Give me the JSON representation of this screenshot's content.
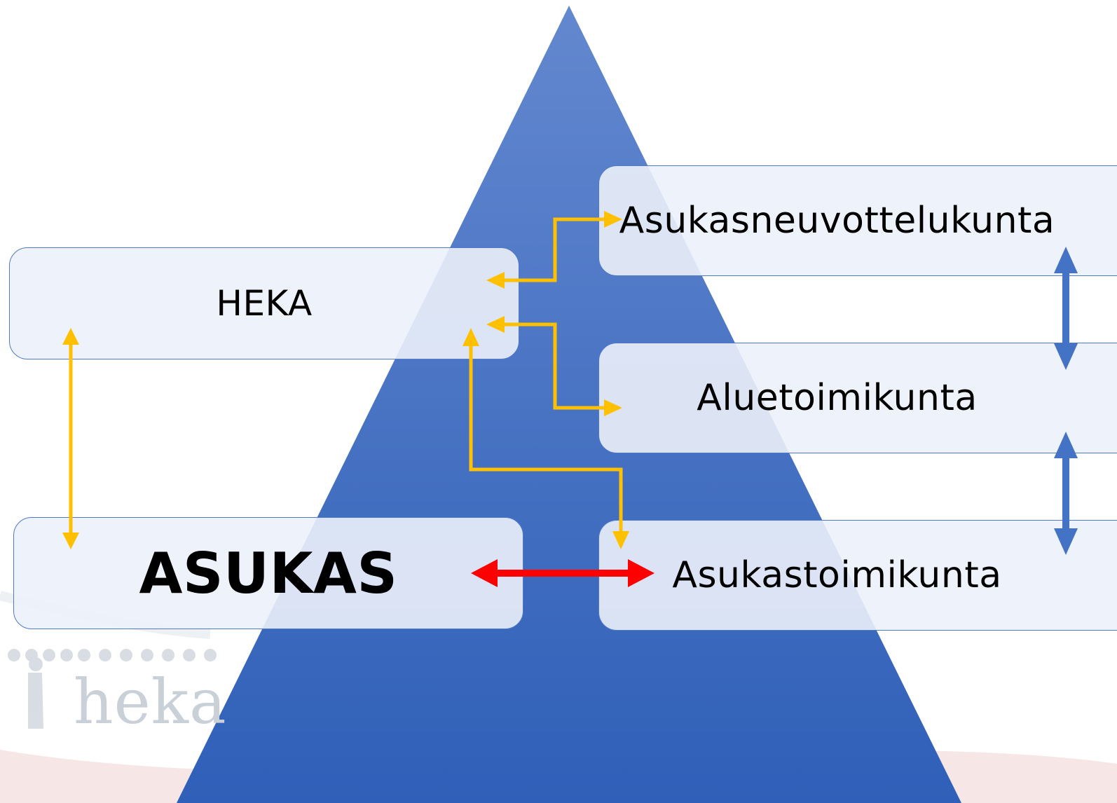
{
  "nodes": {
    "heka": "HEKA",
    "asukas": "ASUKAS",
    "asukasneuvottelukunta": "Asukasneuvottelukunta",
    "aluetoimikunta": "Aluetoimikunta",
    "asukastoimikunta": "Asukastoimikunta"
  },
  "logo": {
    "text": "heka"
  },
  "colors": {
    "pyramid_top": "#5b82cc",
    "pyramid_bottom": "#2f5fb8",
    "box_fill": "#eef2f9",
    "box_border": "#4f7ac9",
    "arrow_yellow": "#ffc000",
    "arrow_red": "#ff0000",
    "arrow_blue": "#4472c4"
  }
}
